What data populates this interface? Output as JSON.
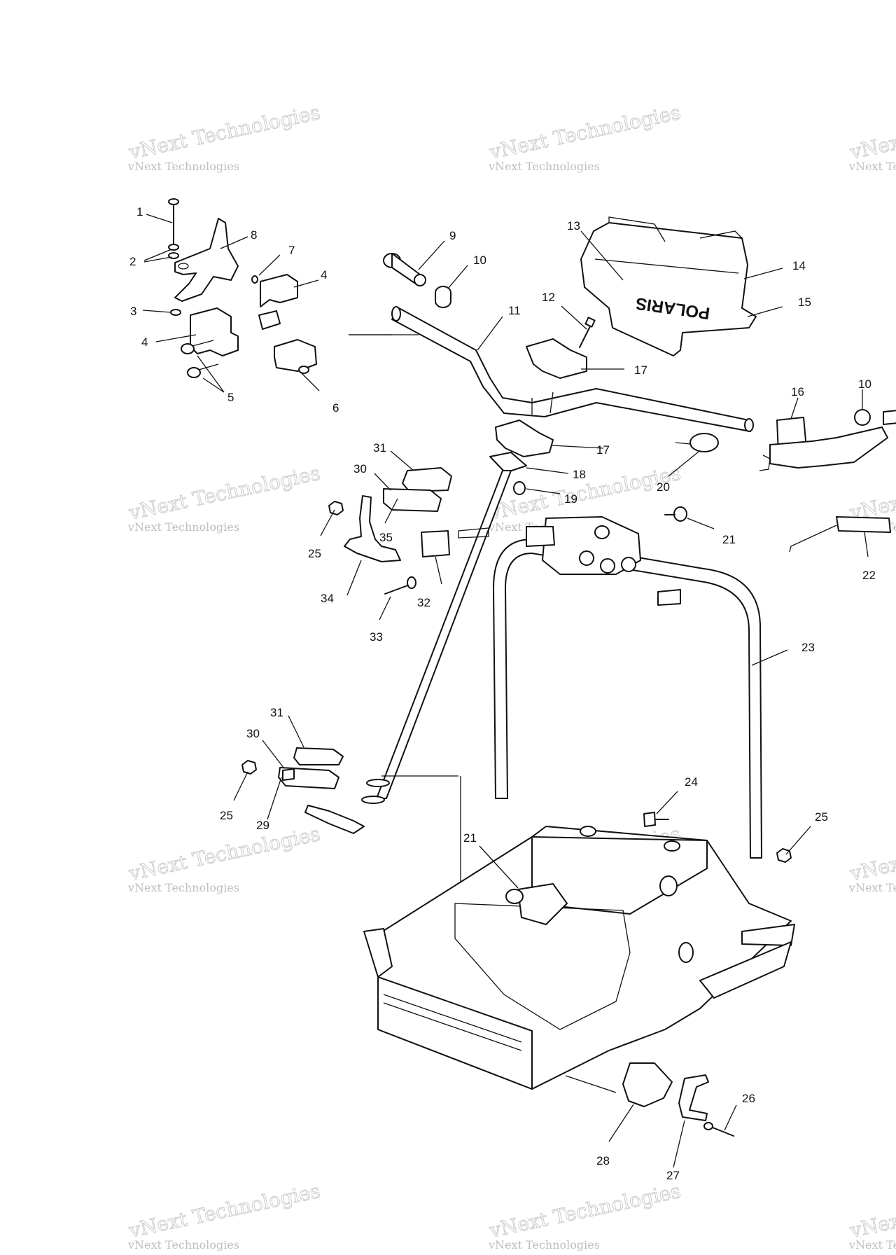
{
  "watermark": {
    "line1": "vNext Technologies",
    "line2": "vNext Technologies"
  },
  "logo_text": "POLARIS",
  "callouts": [
    "1",
    "2",
    "3",
    "4",
    "4",
    "5",
    "6",
    "7",
    "8",
    "9",
    "10",
    "10",
    "11",
    "12",
    "13",
    "14",
    "15",
    "16",
    "17",
    "17",
    "18",
    "19",
    "20",
    "21",
    "21",
    "22",
    "23",
    "24",
    "25",
    "25",
    "25",
    "26",
    "27",
    "28",
    "29",
    "30",
    "30",
    "31",
    "31",
    "32",
    "33",
    "34",
    "35"
  ]
}
